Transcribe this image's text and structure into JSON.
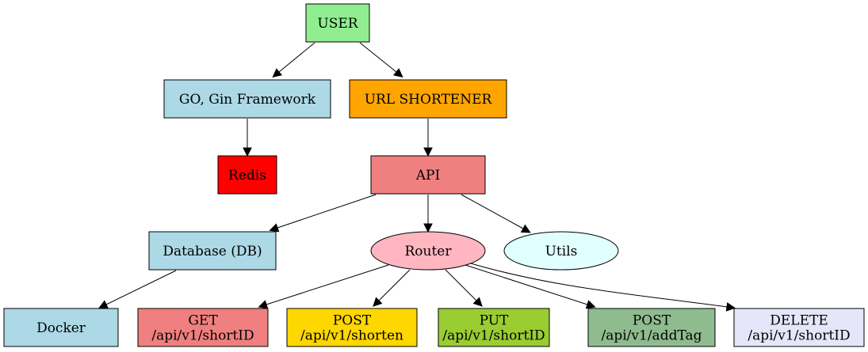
{
  "nodes": [
    {
      "id": "user",
      "lines": [
        "USER"
      ],
      "shape": "box",
      "fill": "#90ee90"
    },
    {
      "id": "go_gin",
      "lines": [
        "GO, Gin Framework"
      ],
      "shape": "box",
      "fill": "#add8e6"
    },
    {
      "id": "url_shortener",
      "lines": [
        "URL SHORTENER"
      ],
      "shape": "box",
      "fill": "#ffa500"
    },
    {
      "id": "redis",
      "lines": [
        "Redis"
      ],
      "shape": "box",
      "fill": "#ff0000"
    },
    {
      "id": "api",
      "lines": [
        "API"
      ],
      "shape": "box",
      "fill": "#f08080"
    },
    {
      "id": "database",
      "lines": [
        "Database (DB)"
      ],
      "shape": "box",
      "fill": "#add8e6"
    },
    {
      "id": "router",
      "lines": [
        "Router"
      ],
      "shape": "ellipse",
      "fill": "#ffb6c1"
    },
    {
      "id": "utils",
      "lines": [
        "Utils"
      ],
      "shape": "ellipse",
      "fill": "#e0ffff"
    },
    {
      "id": "docker",
      "lines": [
        "Docker"
      ],
      "shape": "box",
      "fill": "#add8e6"
    },
    {
      "id": "get_short",
      "lines": [
        "GET",
        "/api/v1/shortID"
      ],
      "shape": "box",
      "fill": "#f08080"
    },
    {
      "id": "post_shorten",
      "lines": [
        "POST",
        "/api/v1/shorten"
      ],
      "shape": "box",
      "fill": "#ffd700"
    },
    {
      "id": "put_short",
      "lines": [
        "PUT",
        "/api/v1/shortID"
      ],
      "shape": "box",
      "fill": "#9acd32"
    },
    {
      "id": "post_addtag",
      "lines": [
        "POST",
        "/api/v1/addTag"
      ],
      "shape": "box",
      "fill": "#8fbc8f"
    },
    {
      "id": "delete_short",
      "lines": [
        "DELETE",
        "/api/v1/shortID"
      ],
      "shape": "box",
      "fill": "#e6e6fa"
    }
  ],
  "edges": [
    {
      "from": "user",
      "to": "go_gin"
    },
    {
      "from": "user",
      "to": "url_shortener"
    },
    {
      "from": "go_gin",
      "to": "redis"
    },
    {
      "from": "url_shortener",
      "to": "api"
    },
    {
      "from": "api",
      "to": "database"
    },
    {
      "from": "api",
      "to": "router"
    },
    {
      "from": "api",
      "to": "utils"
    },
    {
      "from": "database",
      "to": "docker"
    },
    {
      "from": "router",
      "to": "get_short"
    },
    {
      "from": "router",
      "to": "post_shorten"
    },
    {
      "from": "router",
      "to": "put_short"
    },
    {
      "from": "router",
      "to": "post_addtag"
    },
    {
      "from": "router",
      "to": "delete_short"
    }
  ]
}
